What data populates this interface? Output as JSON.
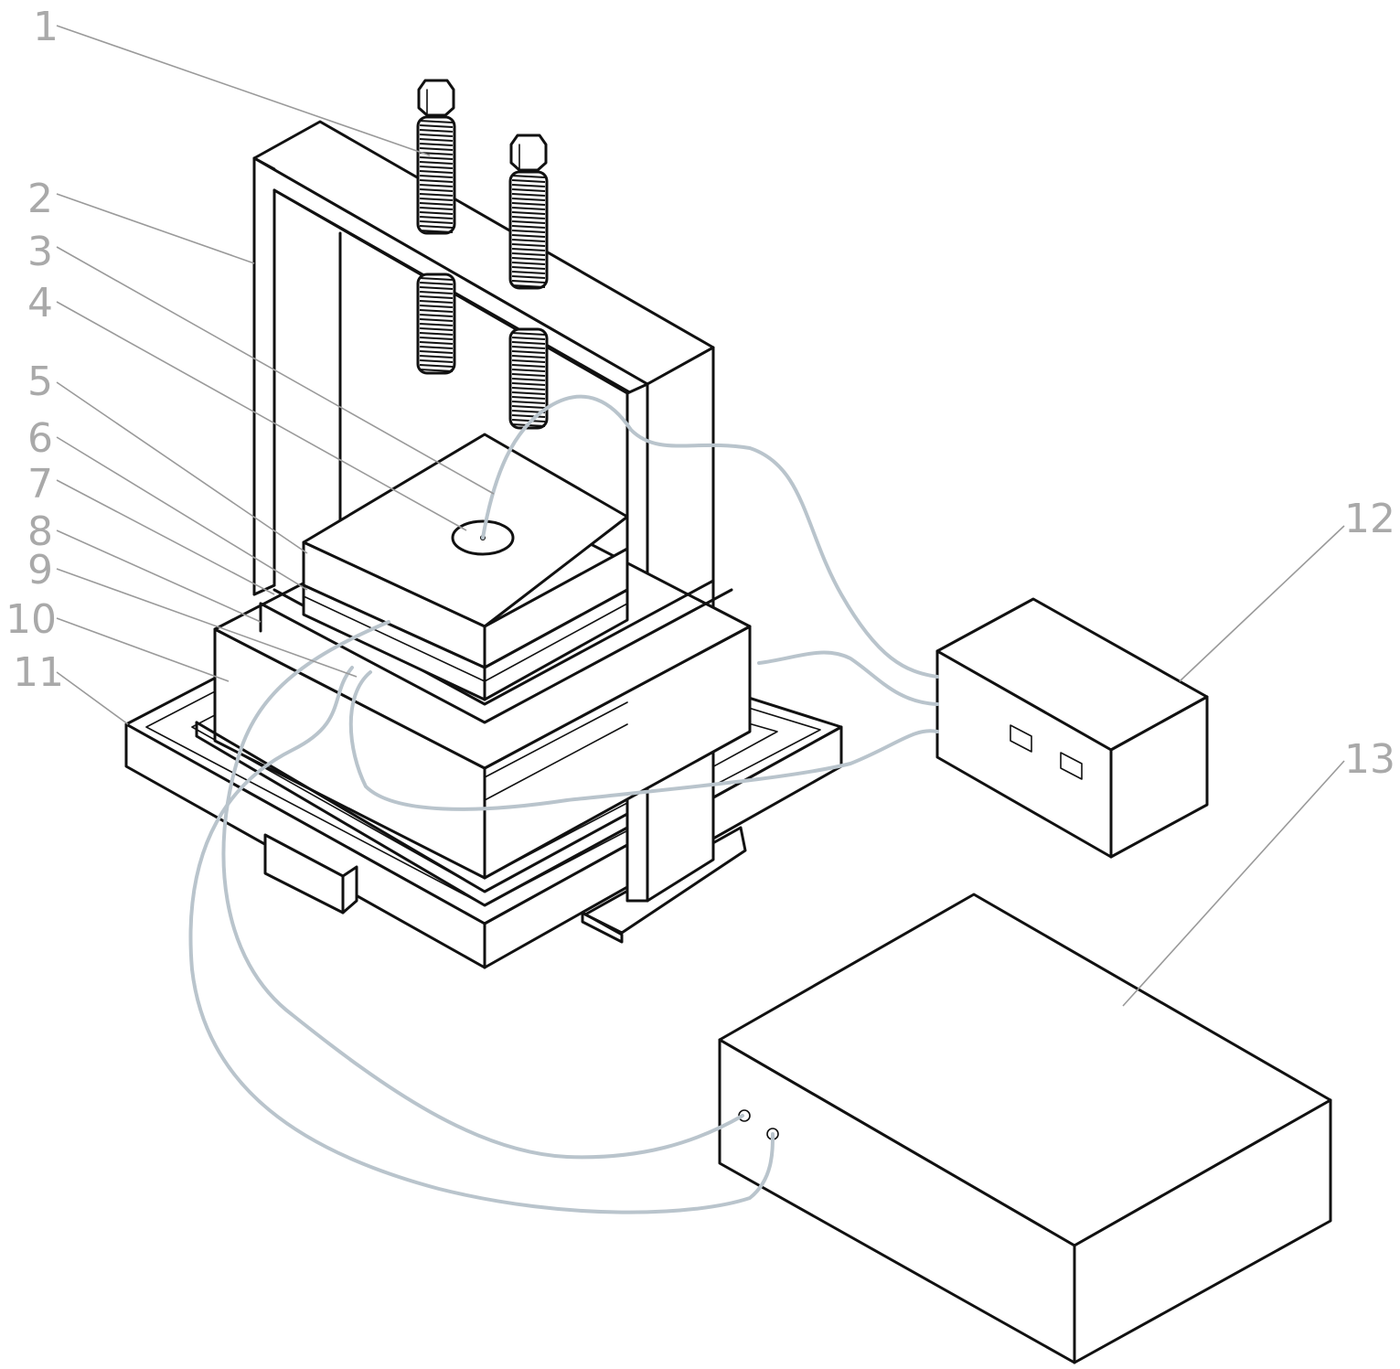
{
  "callouts": [
    {
      "id": "c1",
      "label": "1"
    },
    {
      "id": "c2",
      "label": "2"
    },
    {
      "id": "c3",
      "label": "3"
    },
    {
      "id": "c4",
      "label": "4"
    },
    {
      "id": "c5",
      "label": "5"
    },
    {
      "id": "c6",
      "label": "6"
    },
    {
      "id": "c7",
      "label": "7"
    },
    {
      "id": "c8",
      "label": "8"
    },
    {
      "id": "c9",
      "label": "9"
    },
    {
      "id": "c10",
      "label": "10"
    },
    {
      "id": "c11",
      "label": "11"
    },
    {
      "id": "c12",
      "label": "12"
    },
    {
      "id": "c13",
      "label": "13"
    }
  ],
  "colors": {
    "line": "#111111",
    "cable": "#b9c4cc",
    "callout_text": "#a9a9a9"
  }
}
